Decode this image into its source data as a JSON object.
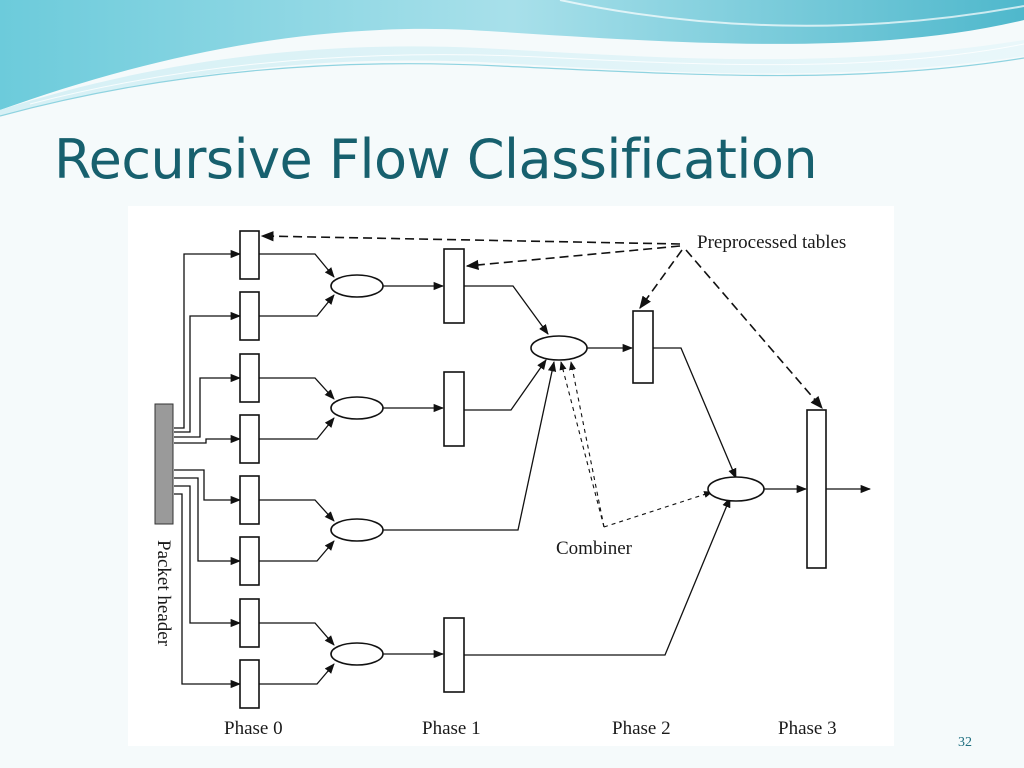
{
  "slide": {
    "title": "Recursive Flow Classification",
    "page_number": "32"
  },
  "diagram": {
    "labels": {
      "preprocessed_tables": "Preprocessed tables",
      "combiner": "Combiner",
      "packet_header": "Packet header"
    },
    "phases": [
      "Phase 0",
      "Phase 1",
      "Phase 2",
      "Phase 3"
    ],
    "colors": {
      "packet_header_fill": "#9a9a9a",
      "title": "#17606e",
      "banner_teal": "#4fb8cc",
      "banner_light": "#bfe6ee"
    }
  }
}
